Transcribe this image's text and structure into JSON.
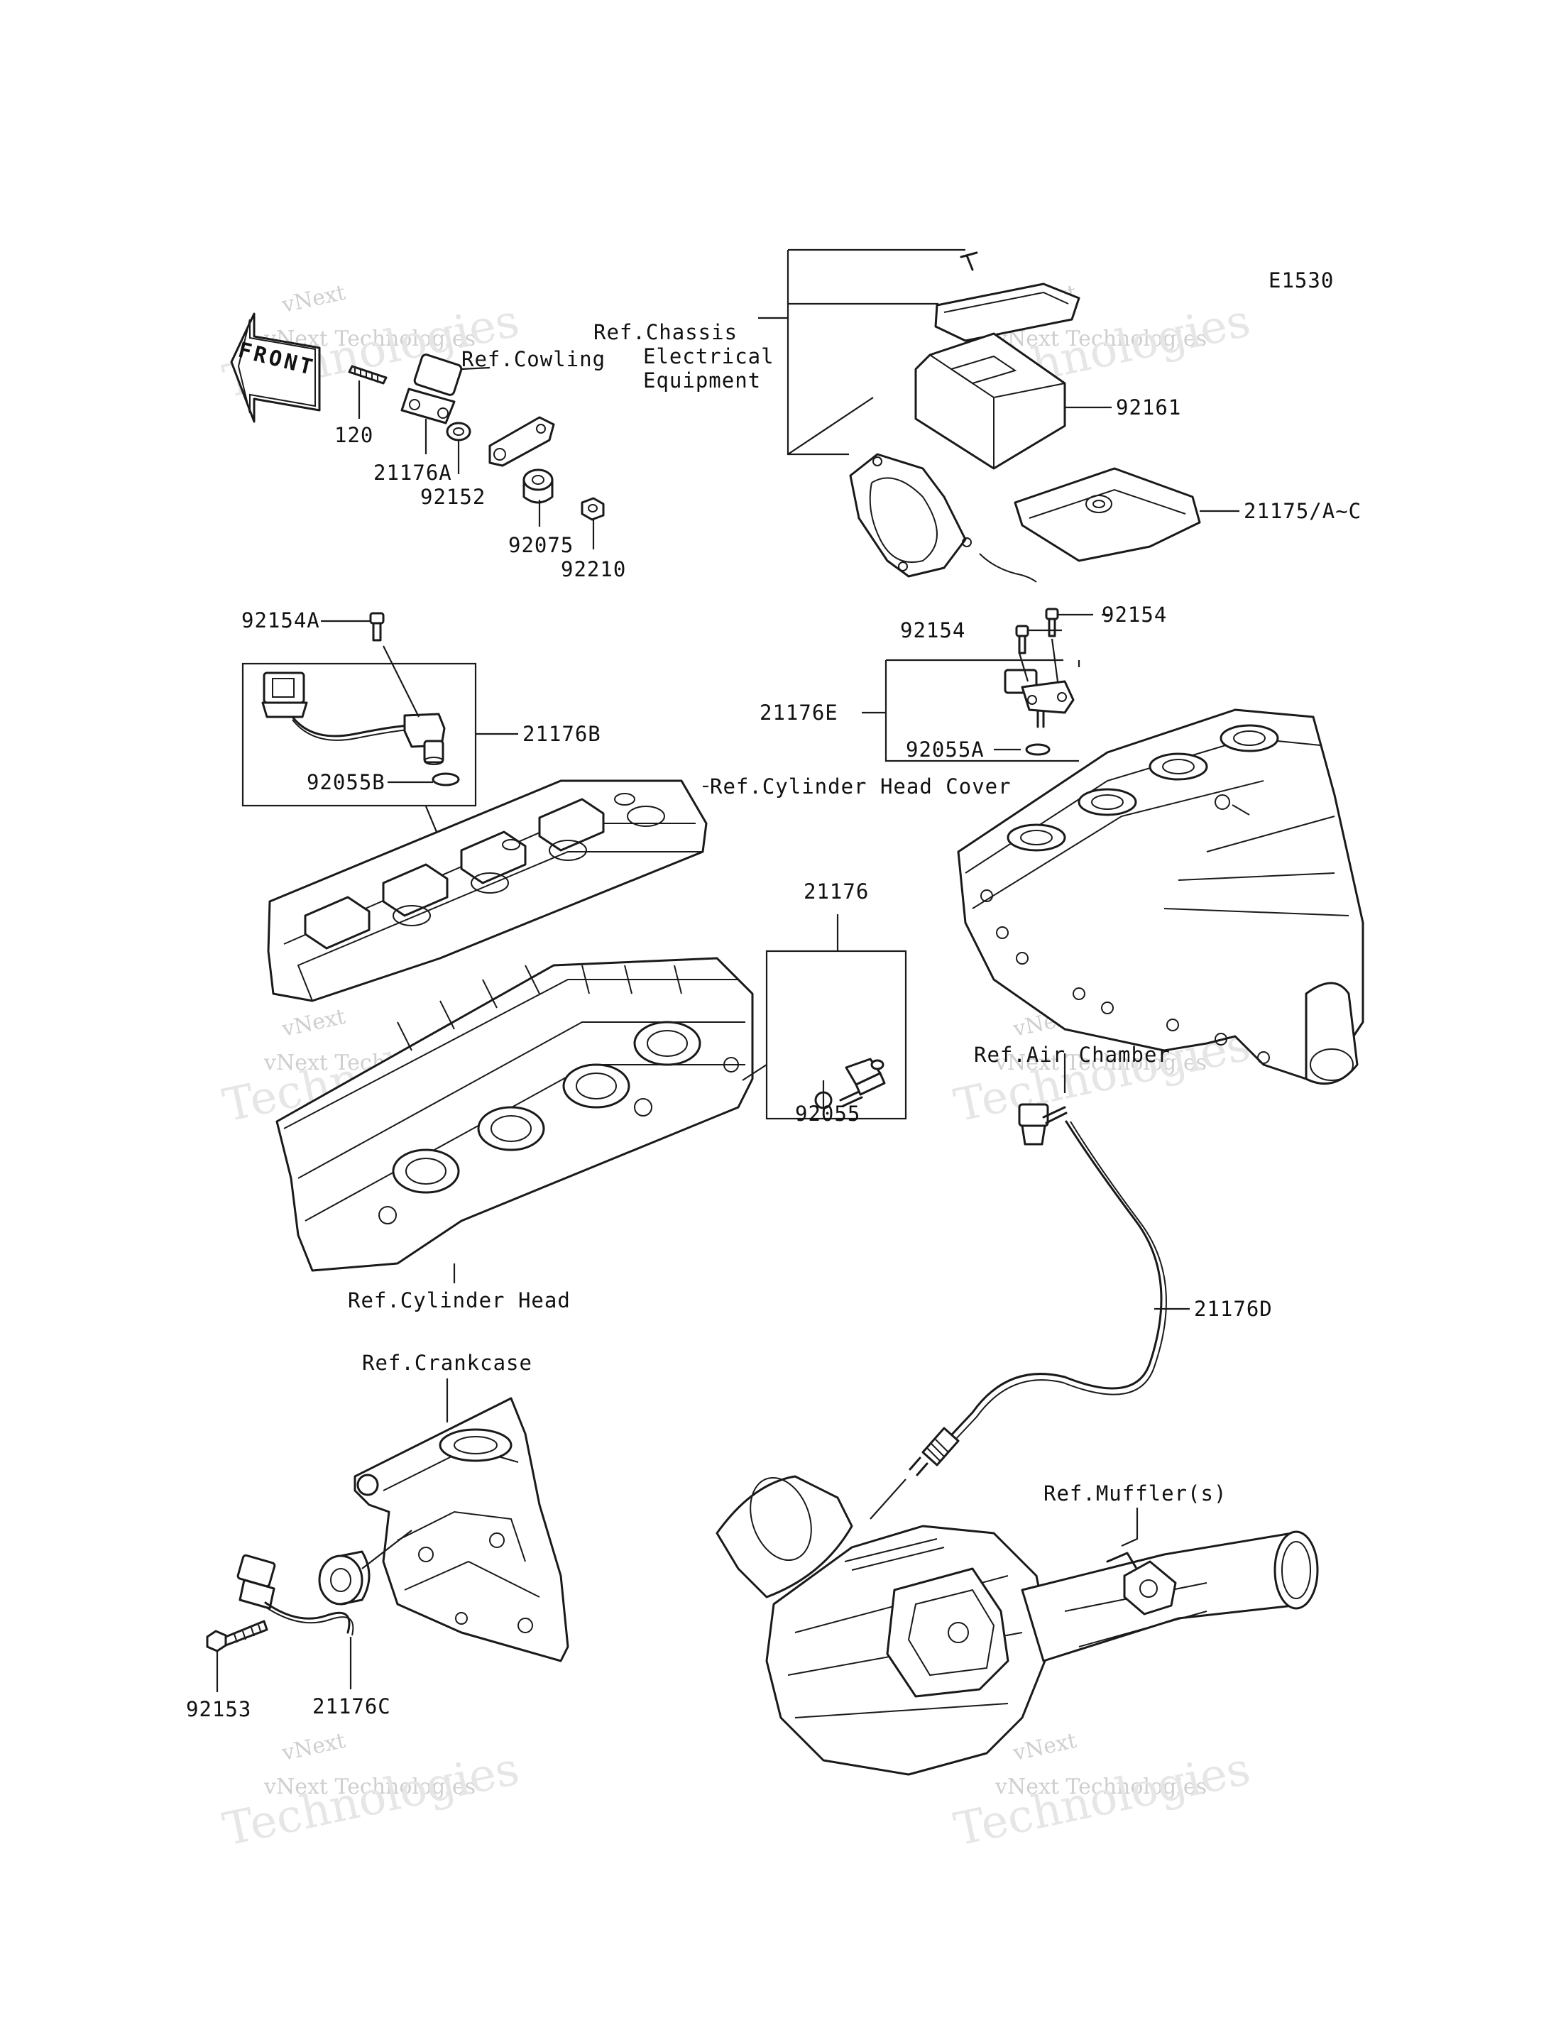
{
  "diagram_code": "E1530",
  "front_arrow": "FRONT",
  "labels": {
    "p120": "120",
    "p21176A": "21176A",
    "ref_cowling": "Ref.Cowling",
    "p92152": "92152",
    "p92075": "92075",
    "p92210": "92210",
    "ref_chassis_1": "Ref.Chassis",
    "ref_chassis_2": "Electrical",
    "ref_chassis_3": "Equipment",
    "p92161": "92161",
    "p21175": "21175/A~C",
    "p92154A": "92154A",
    "p21176B": "21176B",
    "p92055B": "92055B",
    "ref_cyl_head_cover": "Ref.Cylinder Head Cover",
    "p92154_a": "92154",
    "p92154_b": "92154",
    "p21176E": "21176E",
    "p92055A": "92055A",
    "p21176": "21176",
    "p92055": "92055",
    "ref_air_chamber": "Ref.Air Chamber",
    "ref_cyl_head": "Ref.Cylinder Head",
    "p21176D": "21176D",
    "ref_crankcase": "Ref.Crankcase",
    "ref_muffler": "Ref.Muffler(s)",
    "p92153": "92153",
    "p21176C": "21176C"
  },
  "watermark": {
    "line1": "vNext",
    "line2": "vNext Technologies",
    "line3": "Technologies"
  }
}
